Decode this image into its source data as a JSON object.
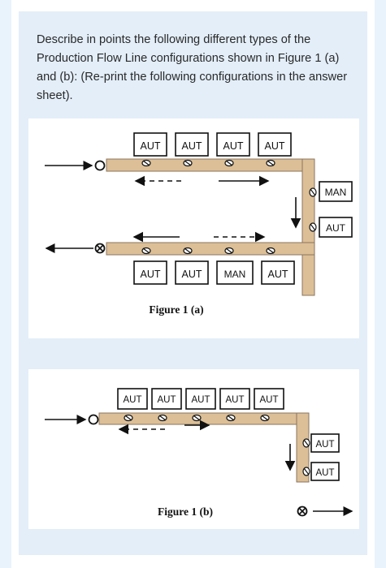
{
  "question": "Describe in points the following different types of the Production Flow Line configurations shown in Figure 1 (a) and (b): (Re-print the following configurations in the answer sheet).",
  "figure_a": {
    "caption": "Figure 1 (a)",
    "top_stations": [
      "AUT",
      "AUT",
      "AUT",
      "AUT"
    ],
    "right_stations": [
      "MAN",
      "AUT"
    ],
    "bottom_stations": [
      "AUT",
      "AUT",
      "MAN",
      "AUT"
    ]
  },
  "figure_b": {
    "caption": "Figure 1 (b)",
    "top_stations": [
      "AUT",
      "AUT",
      "AUT",
      "AUT",
      "AUT"
    ],
    "right_stations": [
      "AUT",
      "AUT"
    ]
  },
  "colors": {
    "conveyor": "#dcbf96",
    "conveyor_edge": "#8a7560",
    "panel": "#e3eef8"
  }
}
